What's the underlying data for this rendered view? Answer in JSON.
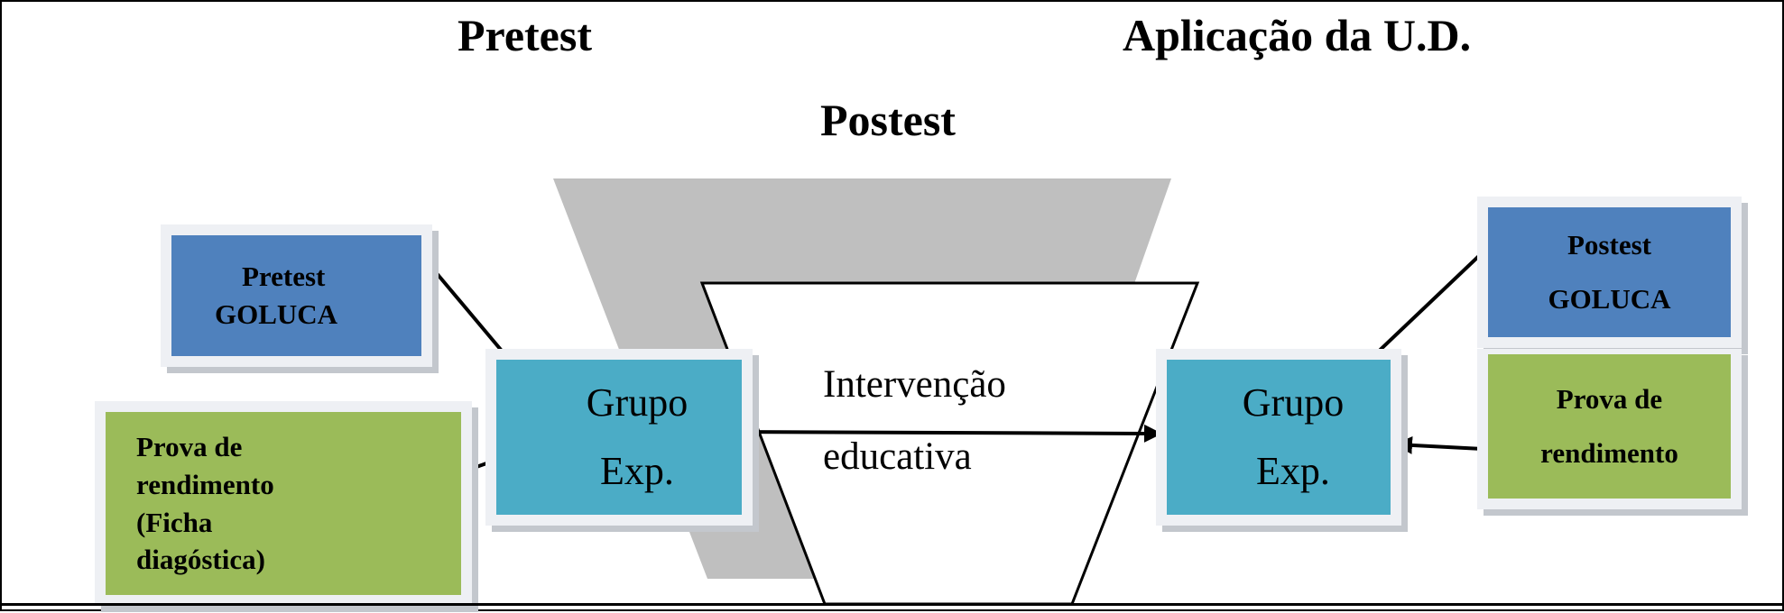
{
  "headings": {
    "pretest": "Pretest",
    "aplicacao": "Aplicação da U.D.",
    "postest": "Postest"
  },
  "left": {
    "pretest_box": {
      "line1": "Pretest",
      "line2": "GOLUCA"
    },
    "prova_box": {
      "line1": "Prova de",
      "line2": "rendimento",
      "line3": "(Ficha",
      "line4": "diagóstica)"
    },
    "group_box": {
      "line1": "Grupo",
      "line2": "Exp."
    }
  },
  "center": {
    "line1": "Intervenção",
    "line2": "educativa"
  },
  "right": {
    "group_box": {
      "line1": "Grupo",
      "line2": "Exp."
    },
    "postest_box": {
      "line1": "Postest",
      "line2": "GOLUCA"
    },
    "prova_box": {
      "line1": "Prova de",
      "line2": "rendimento"
    }
  },
  "colors": {
    "blue": "#4f81bd",
    "green": "#9bbb59",
    "teal": "#4bacc6",
    "funnel_gray": "#bfbfbf"
  }
}
